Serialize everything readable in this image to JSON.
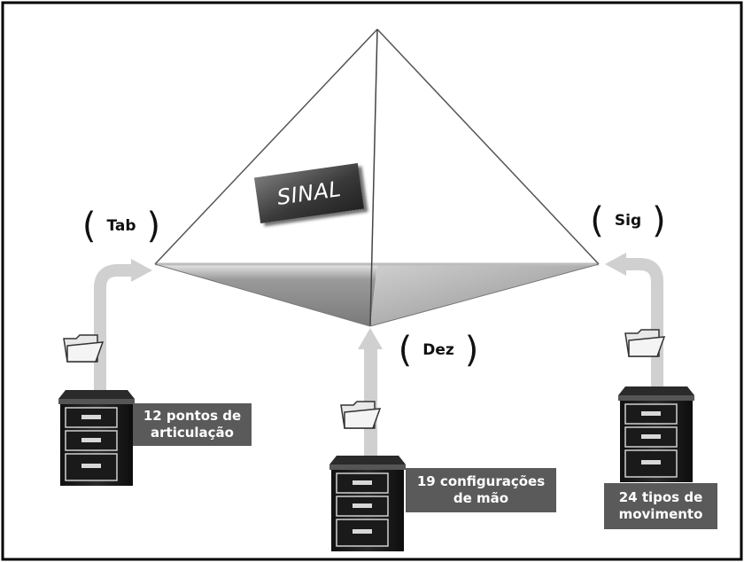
{
  "diagram": {
    "center_label": "SINAL",
    "parameters": [
      {
        "code": "Tab",
        "description_line1": "12 pontos de",
        "description_line2": "articulação"
      },
      {
        "code": "Dez",
        "description_line1": "19 configurações",
        "description_line2": "de mão"
      },
      {
        "code": "Sig",
        "description_line1": "24 tipos de",
        "description_line2": "movimento"
      }
    ]
  },
  "colors": {
    "border": "#000000",
    "arrow": "#cfcfcf",
    "label_box": "#5a5a5a",
    "pyramid_shade": "#8a8a8a"
  },
  "icons": [
    "folder-icon",
    "file-cabinet-icon"
  ]
}
